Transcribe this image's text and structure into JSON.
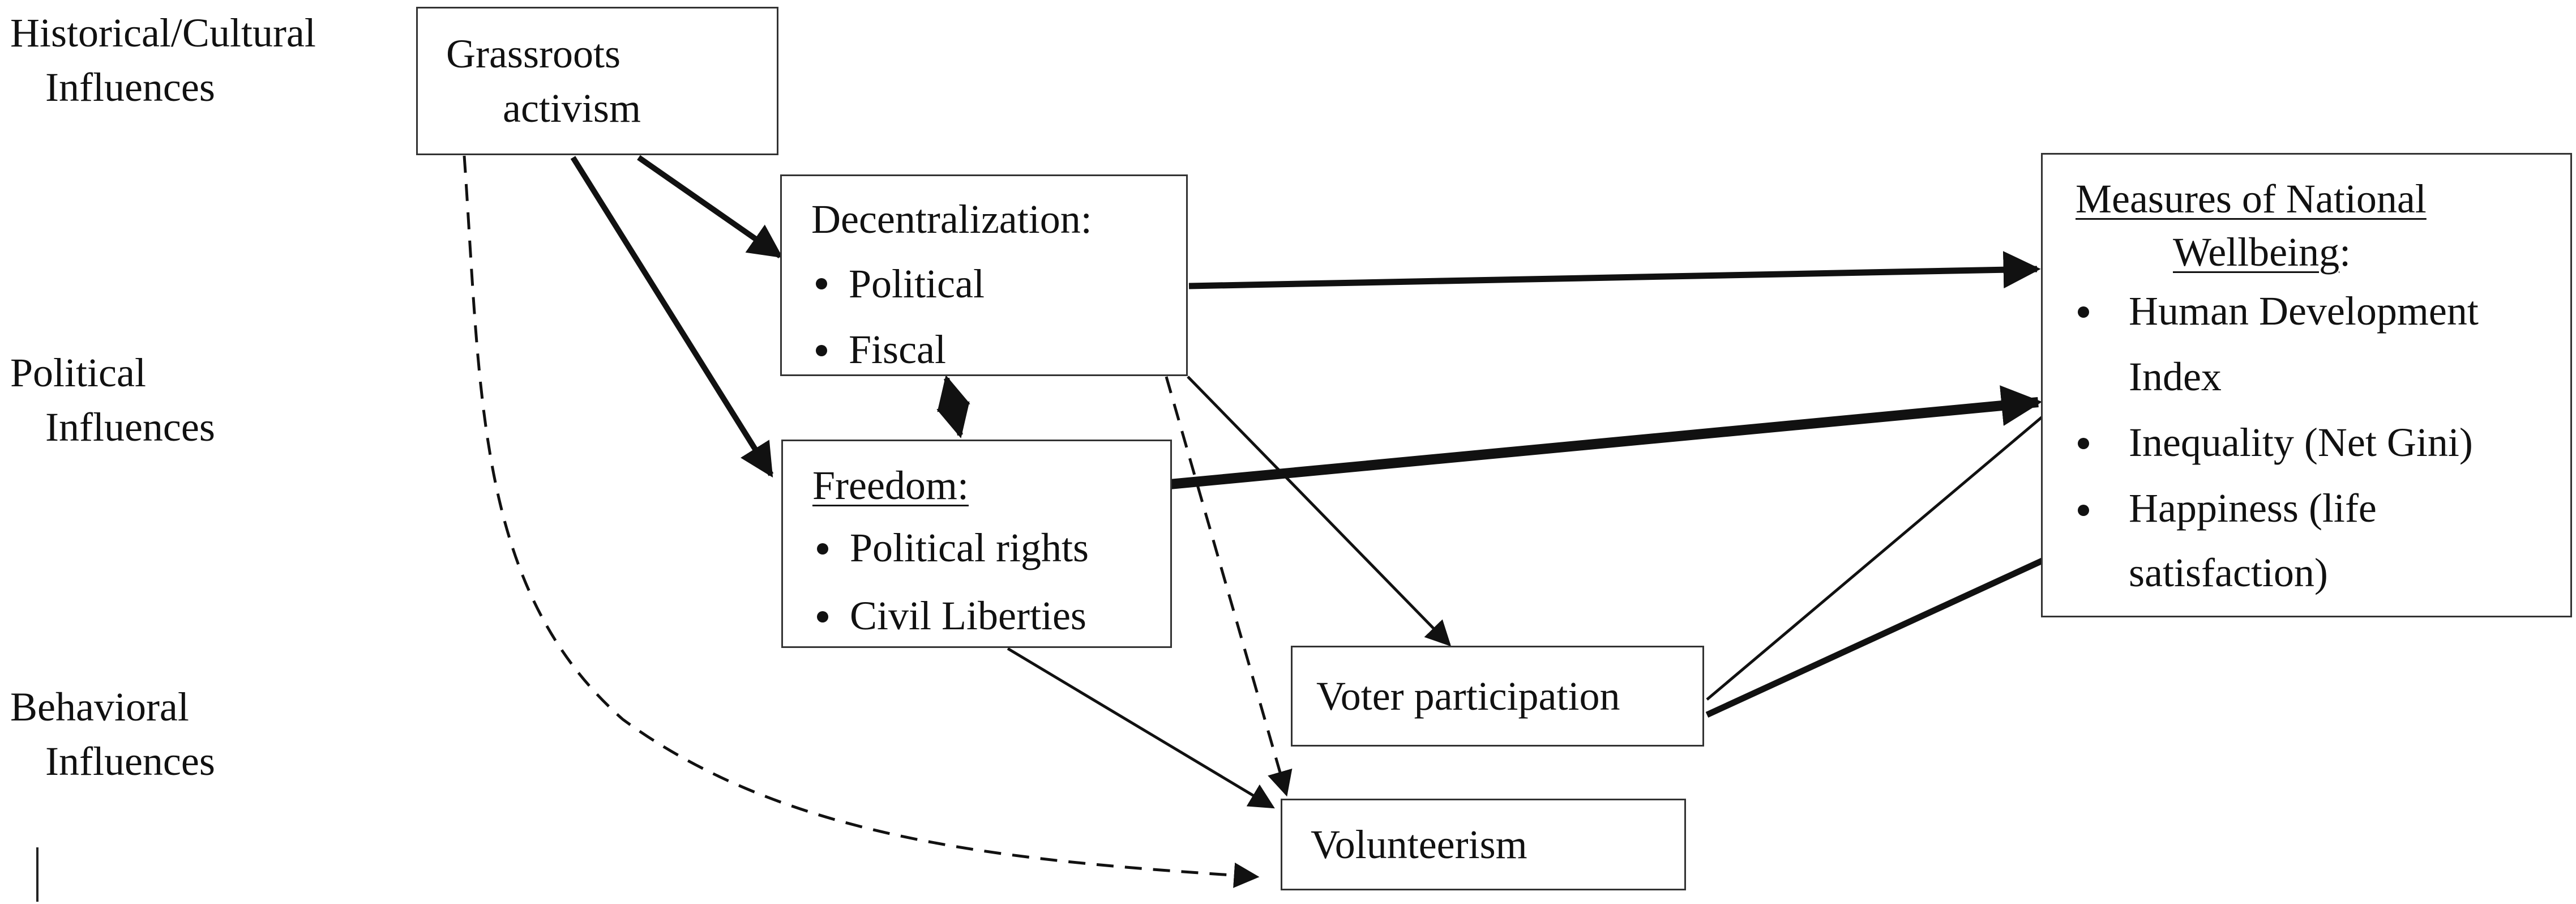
{
  "influences": {
    "historical_line1": "Historical/Cultural",
    "historical_line2": "Influences",
    "political_line1": "Political",
    "political_line2": "Influences",
    "behavioral_line1": "Behavioral",
    "behavioral_line2": "Influences"
  },
  "nodes": {
    "grassroots": {
      "line1": "Grassroots",
      "line2": "activism"
    },
    "decentralization": {
      "title": "Decentralization:",
      "items": [
        "Political",
        "Fiscal"
      ]
    },
    "freedom": {
      "title": "Freedom:",
      "items": [
        "Political rights",
        "Civil Liberties"
      ]
    },
    "voter": {
      "label": "Voter participation"
    },
    "volunteerism": {
      "label": "Volunteerism"
    },
    "wellbeing": {
      "title_line1": "Measures of National",
      "title_line2": "Wellbeing",
      "title_suffix": ":",
      "items": [
        {
          "line1": "Human Development",
          "line2": "Index"
        },
        {
          "line1": "Inequality (Net Gini)"
        },
        {
          "line1": "Happiness (life",
          "line2": "satisfaction)"
        }
      ]
    }
  },
  "edges": [
    {
      "from": "grassroots",
      "to": "decentralization",
      "style": "solid",
      "weight": "thick"
    },
    {
      "from": "grassroots",
      "to": "freedom",
      "style": "solid",
      "weight": "thick"
    },
    {
      "from": "grassroots",
      "to": "volunteerism",
      "style": "dashed",
      "weight": "normal"
    },
    {
      "from": "decentralization",
      "to": "freedom",
      "style": "solid",
      "weight": "thick",
      "bidirectional": true
    },
    {
      "from": "decentralization",
      "to": "wellbeing",
      "style": "solid",
      "weight": "thick"
    },
    {
      "from": "decentralization",
      "to": "voter",
      "style": "solid",
      "weight": "normal"
    },
    {
      "from": "decentralization",
      "to": "volunteerism",
      "style": "dashed",
      "weight": "normal"
    },
    {
      "from": "freedom",
      "to": "wellbeing",
      "style": "solid",
      "weight": "heavy"
    },
    {
      "from": "freedom",
      "to": "volunteerism",
      "style": "solid",
      "weight": "normal"
    },
    {
      "from": "voter",
      "to": "wellbeing.human_development",
      "style": "solid",
      "weight": "normal"
    },
    {
      "from": "voter",
      "to": "wellbeing.happiness",
      "style": "solid",
      "weight": "thick"
    }
  ]
}
